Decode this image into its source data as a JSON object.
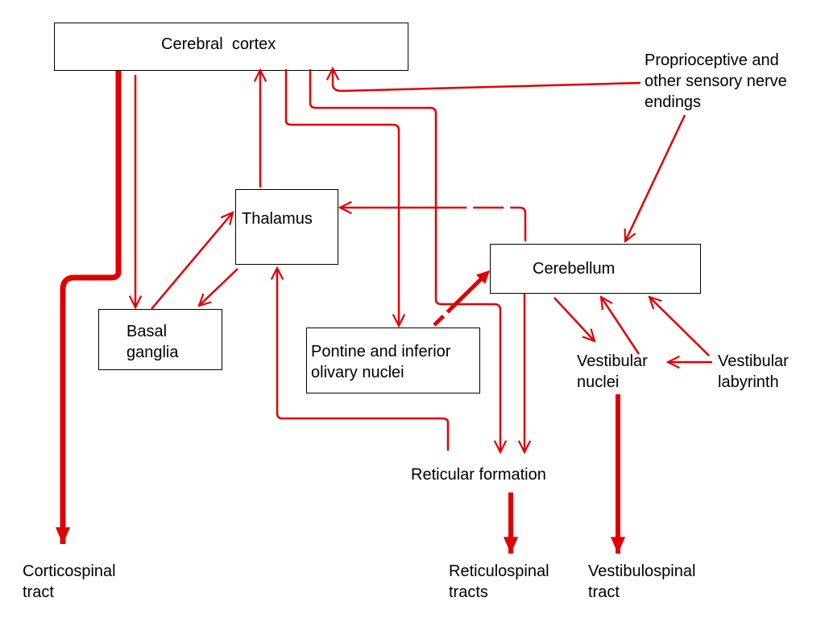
{
  "nodes": {
    "cortex": "Cerebral  cortex",
    "proprio": [
      "Proprioceptive and",
      "other sensory nerve",
      "endings"
    ],
    "thalamus": "Thalamus",
    "cerebellum": "Cerebellum",
    "basal": [
      "Basal",
      "ganglia"
    ],
    "pontine": [
      "Pontine and inferior",
      "olivary nuclei"
    ],
    "vest_nuclei": [
      "Vestibular",
      "nuclei"
    ],
    "vest_lab": [
      "Vestibular",
      "labyrinth"
    ],
    "reticular": "Reticular formation",
    "corticospinal": [
      "Corticospinal",
      "tract"
    ],
    "reticulospinal": [
      "Reticulospinal",
      "tracts"
    ],
    "vestibulospinal": [
      "Vestibulospinal",
      "tract"
    ]
  },
  "colors": {
    "arrow": "#e00000",
    "box_border": "#000000",
    "text": "#000000"
  }
}
